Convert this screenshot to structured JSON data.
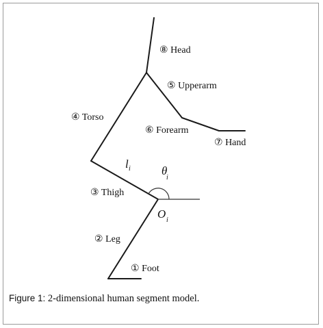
{
  "figure": {
    "segments": [
      {
        "id": "foot",
        "marker": "①",
        "name": "Foot"
      },
      {
        "id": "leg",
        "marker": "②",
        "name": "Leg"
      },
      {
        "id": "thigh",
        "marker": "③",
        "name": "Thigh"
      },
      {
        "id": "torso",
        "marker": "④",
        "name": "Torso"
      },
      {
        "id": "upperarm",
        "marker": "⑤",
        "name": "Upperarm"
      },
      {
        "id": "forearm",
        "marker": "⑥",
        "name": "Forearm"
      },
      {
        "id": "hand",
        "marker": "⑦",
        "name": "Hand"
      },
      {
        "id": "head",
        "marker": "⑧",
        "name": "Head"
      }
    ],
    "symbols": {
      "length": "l",
      "angle": "θ",
      "origin": "O",
      "index": "i"
    }
  },
  "caption": {
    "label": "Figure 1:",
    "text": " 2-dimensional human segment model."
  },
  "colors": {
    "line": "#1a1a1a",
    "border": "#9a9a9a",
    "text": "#111111"
  }
}
